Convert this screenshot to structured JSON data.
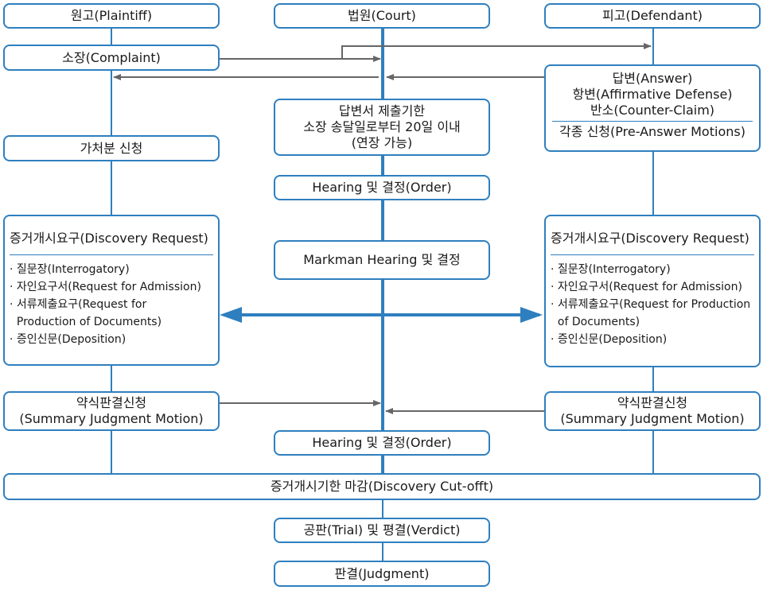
{
  "headers": {
    "plaintiff": "원고(Plaintiff)",
    "court": "법원(Court)",
    "defendant": "피고(Defendant)"
  },
  "complaint": "소장(Complaint)",
  "answer": {
    "lines": [
      "답변(Answer)",
      "항변(Affirmative Defense)",
      "반소(Counter-Claim)"
    ],
    "motions": "각종 신청(Pre-Answer Motions)"
  },
  "deadline": {
    "lines": [
      "답변서 제출기한",
      "소장 송달일로부터 20일 이내",
      "(연장 가능)"
    ]
  },
  "injunction": "가처분 신청",
  "hearing1": "Hearing 및 결정(Order)",
  "markman": "Markman Hearing 및 결정",
  "discovery_left": {
    "title": "증거개시요구(Discovery Request)",
    "items": [
      "· 질문장(Interrogatory)",
      "· 자인요구서(Request for Admission)",
      "· 서류제출요구(Request for",
      "  Production of Documents)",
      "· 증인신문(Deposition)"
    ]
  },
  "discovery_right": {
    "title": "증거개시요구(Discovery Request)",
    "items": [
      "· 질문장(Interrogatory)",
      "· 자인요구서(Request for Admission)",
      "· 서류제출요구(Request for Production",
      "  of Documents)",
      "· 증인신문(Deposition)"
    ]
  },
  "summary_left": {
    "lines": [
      "약식판결신청",
      "(Summary Judgment Motion)"
    ]
  },
  "summary_right": {
    "lines": [
      "약식판결신청",
      "(Summary Judgment Motion)"
    ]
  },
  "hearing2": "Hearing 및 결정(Order)",
  "cutoff": "증거개시기한 마감(Discovery Cut-offt)",
  "trial": "공판(Trial) 및 평결(Verdict)",
  "judgment": "판결(Judgment)",
  "colors": {
    "accent": "#2f7fbf",
    "arrow": "#666666"
  }
}
